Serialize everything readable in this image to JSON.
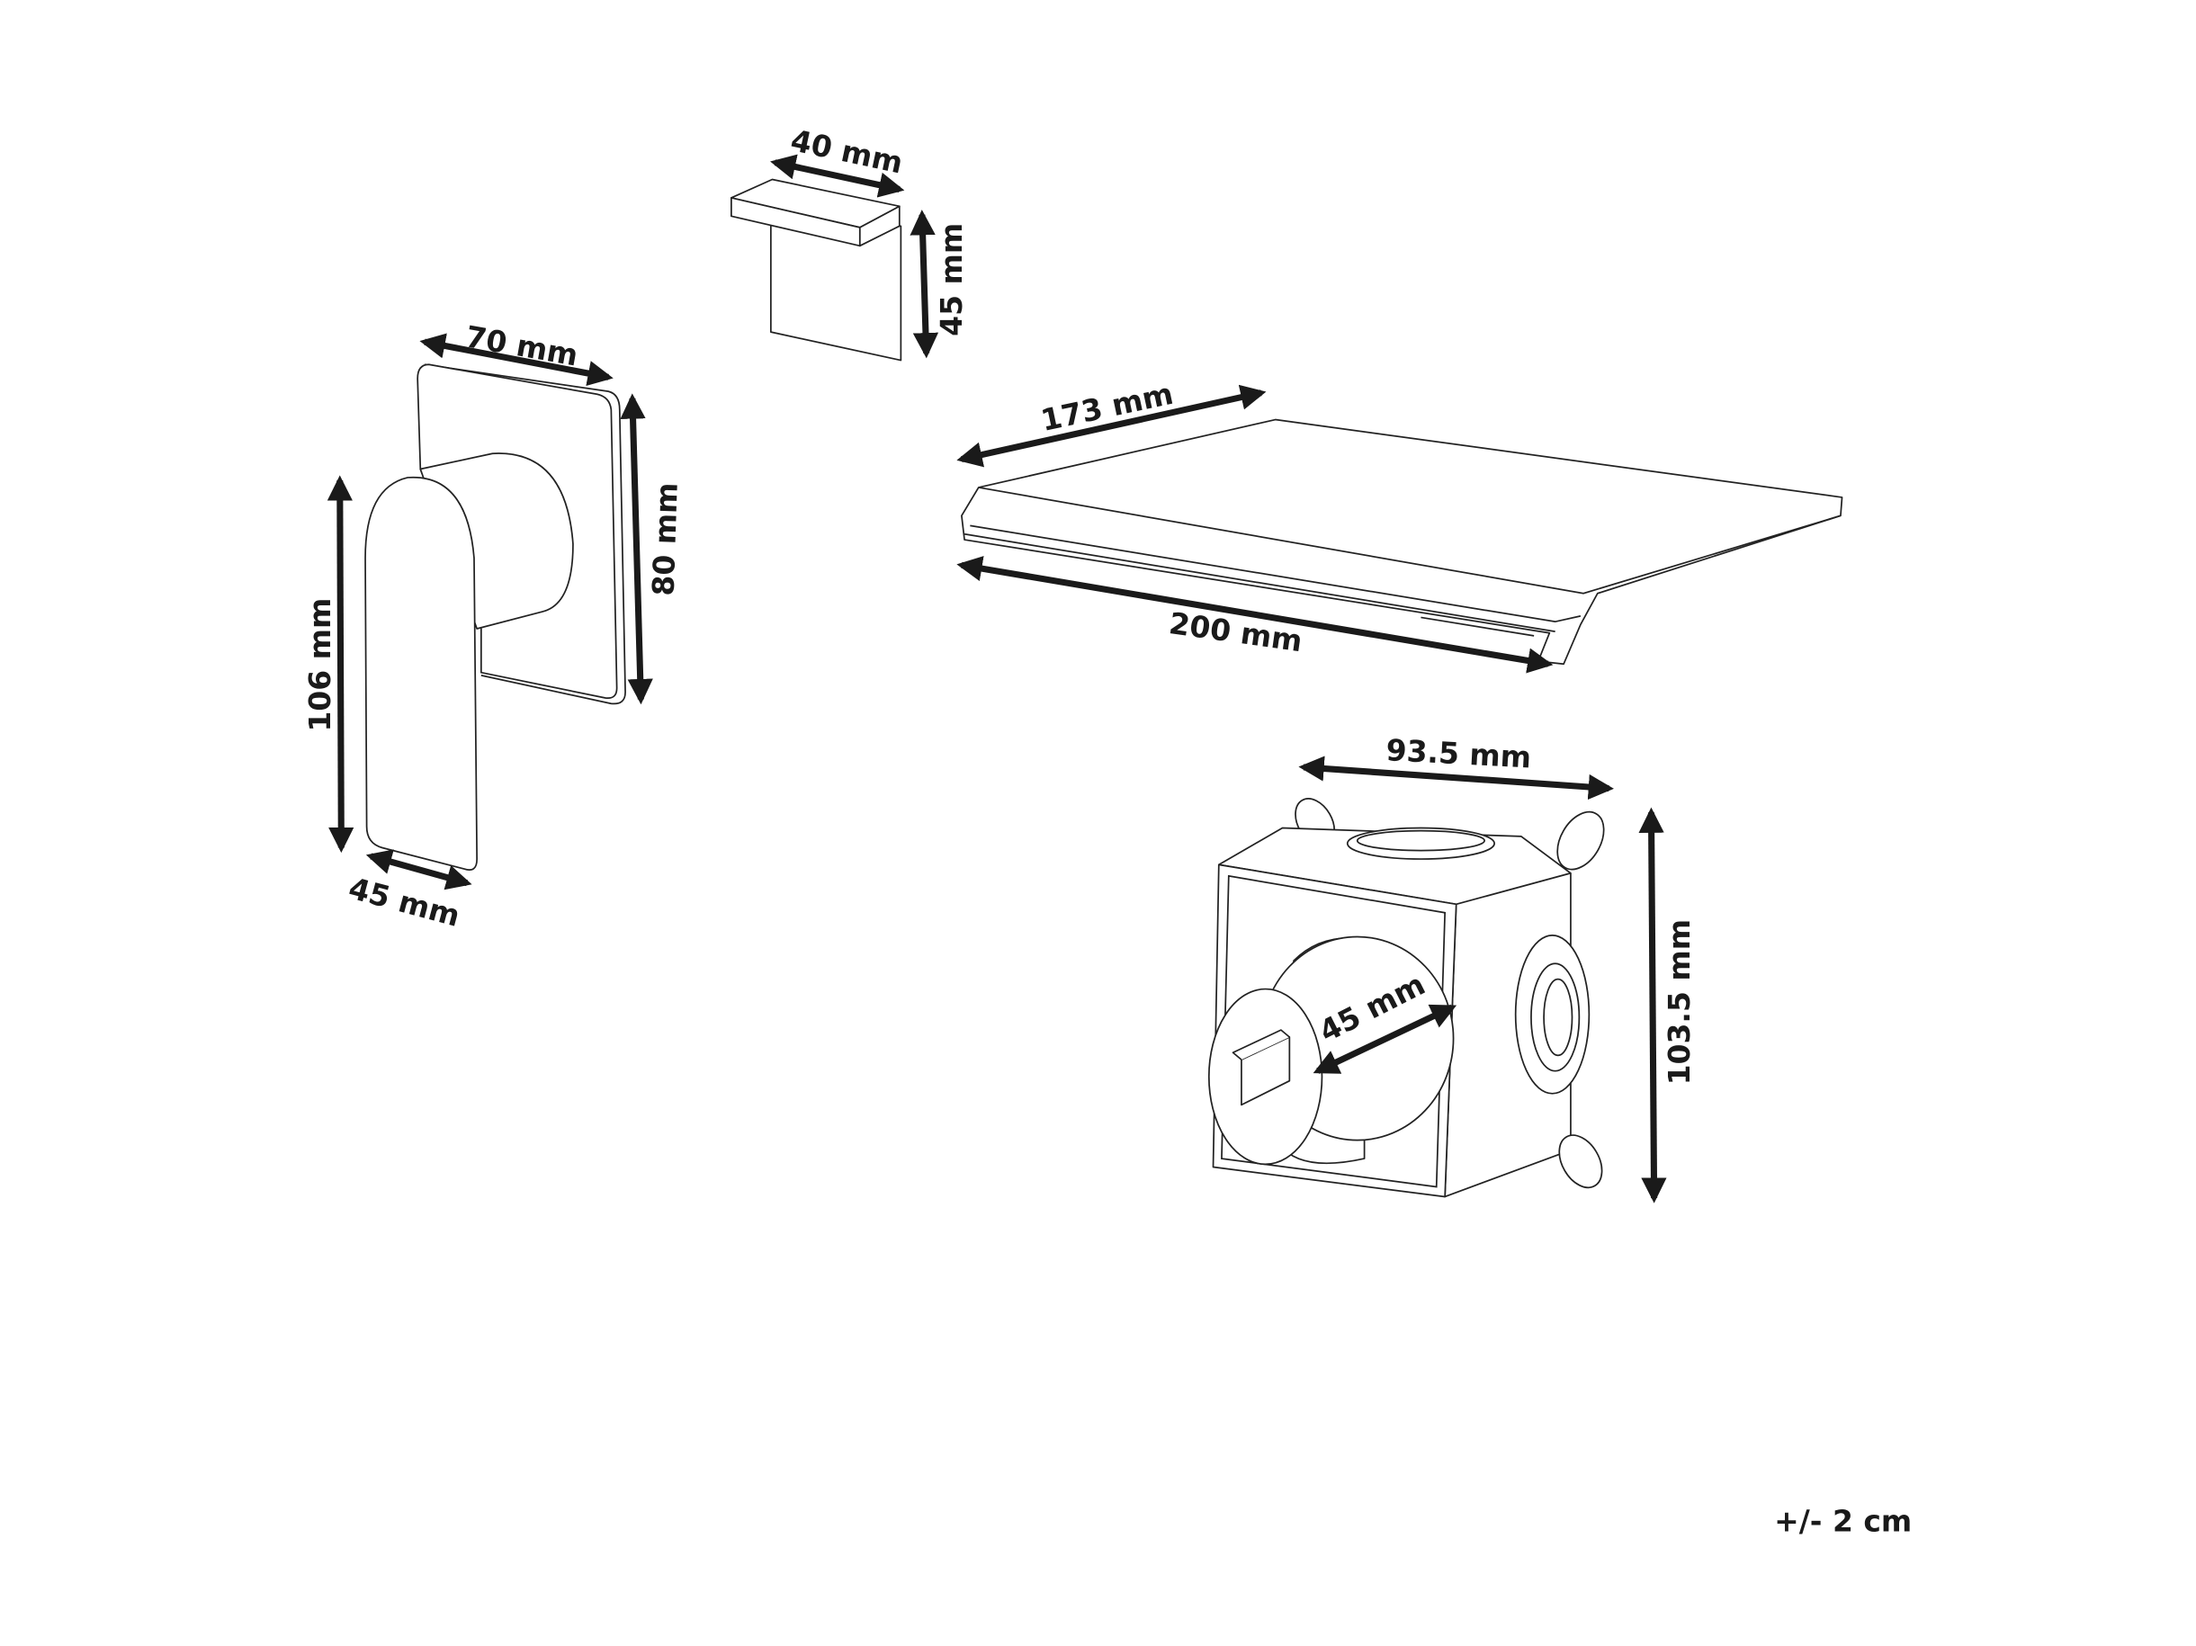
{
  "dimensions": {
    "escutcheon_width": "40 mm",
    "escutcheon_height": "45 mm",
    "backplate_width": "70 mm",
    "backplate_height": "80 mm",
    "lever_height": "106 mm",
    "lever_depth": "45 mm",
    "spout_depth": "173 mm",
    "spout_width": "200 mm",
    "box_width": "93.5 mm",
    "box_height": "103.5 mm",
    "valve_diameter": "45 mm"
  },
  "tolerance": "+/- 2 cm",
  "colors": {
    "line": "#222222",
    "background": "#ffffff"
  }
}
